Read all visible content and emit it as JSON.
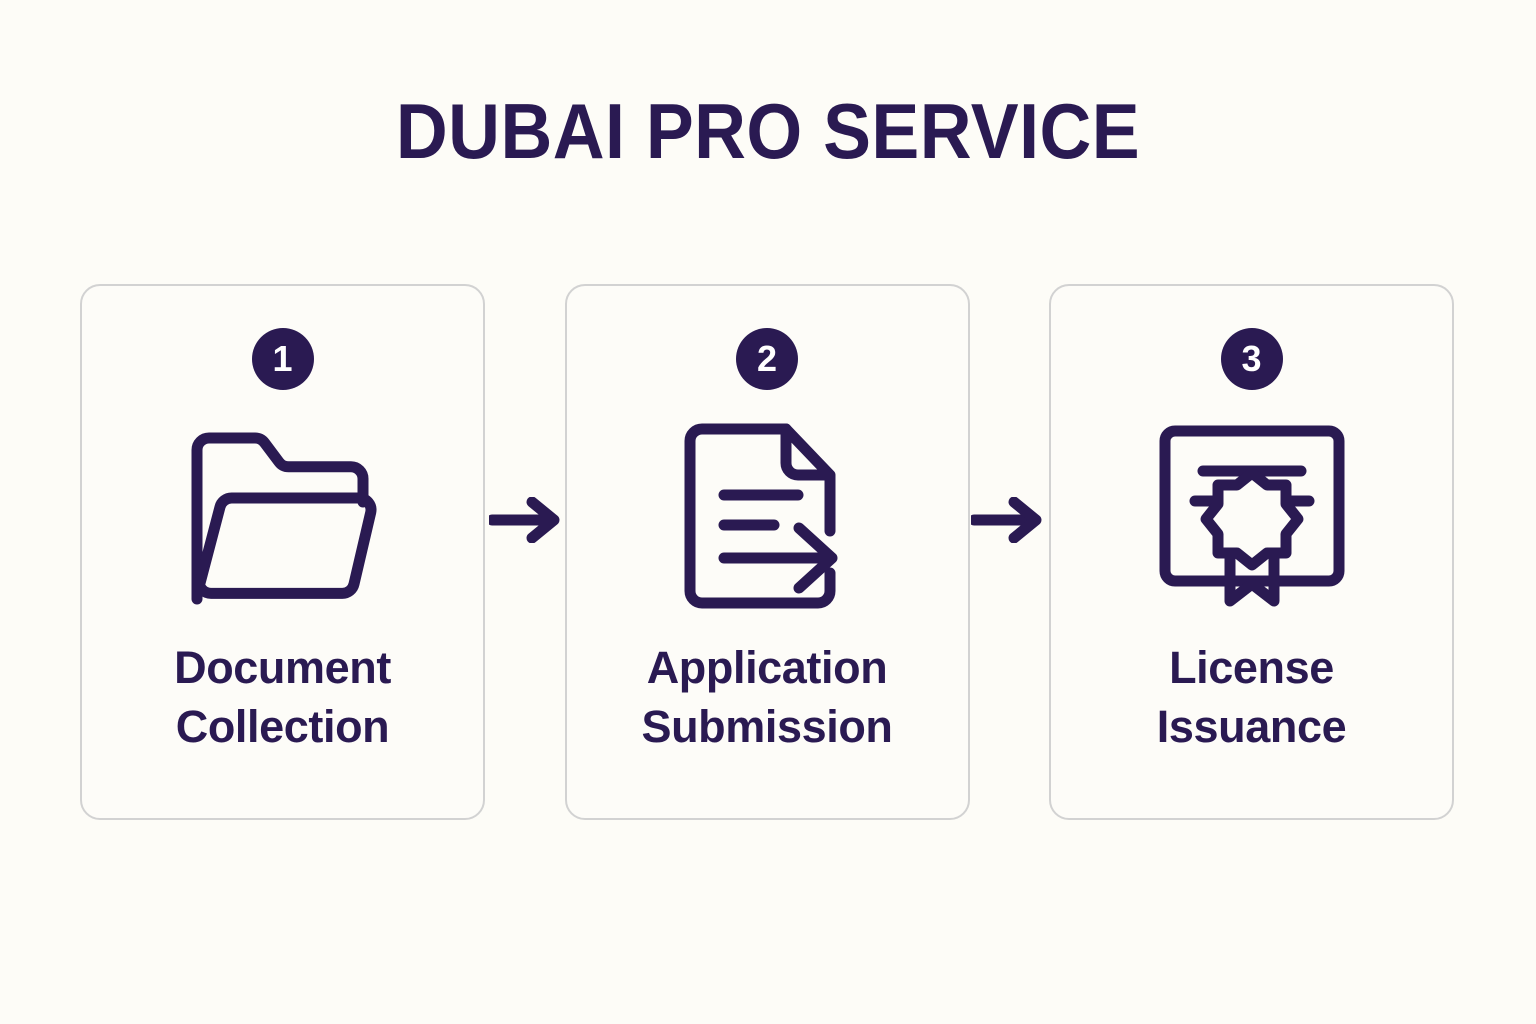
{
  "page": {
    "background_color": "#FDFCF7",
    "accent_color": "#2A1A52",
    "border_color": "#D2D2D2",
    "title": "DUBAI PRO SERVICE"
  },
  "steps": [
    {
      "number": "1",
      "label": "Document\nCollection",
      "icon": "folder-icon"
    },
    {
      "number": "2",
      "label": "Application\nSubmission",
      "icon": "document-arrow-icon"
    },
    {
      "number": "3",
      "label": "License\nIssuance",
      "icon": "certificate-seal-icon"
    }
  ],
  "connectors": [
    {
      "icon": "arrow-right-icon"
    },
    {
      "icon": "arrow-right-icon"
    }
  ]
}
